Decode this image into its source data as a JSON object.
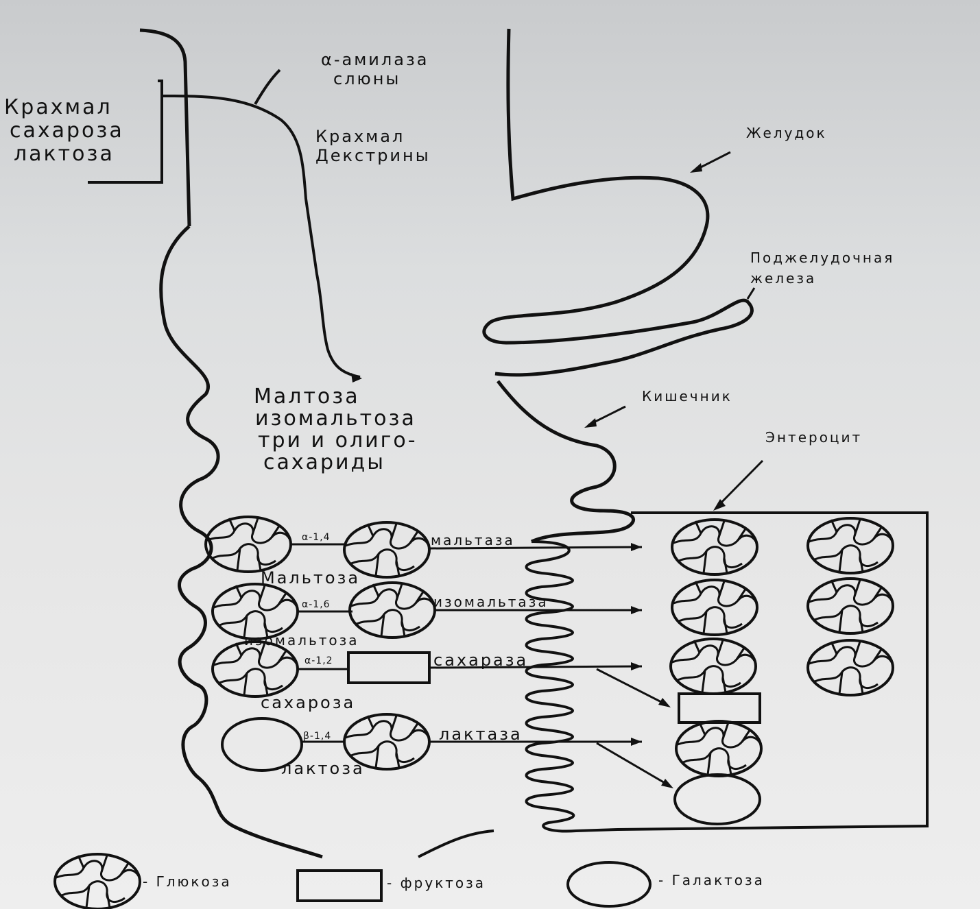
{
  "labels": {
    "food_line1": "Крахмал",
    "food_line2": "сахароза",
    "food_line3": "лактоза",
    "saliva_amylase_line1": "α-амилаза",
    "saliva_amylase_line2": "слюны",
    "starch_dextrins_line1": "Крахмал",
    "starch_dextrins_line2": "Декстрины",
    "stomach": "Желудок",
    "pancreas_line1": "Поджелудочная",
    "pancreas_line2": "железа",
    "products_line1": "Малтоза",
    "products_line2": "изомальтоза",
    "products_line3": "три и олиго-",
    "products_line4": "сахариды",
    "intestine": "Кишечник",
    "enterocyte": "Энтероцит"
  },
  "reactions": [
    {
      "bond": "α-1,4",
      "enzyme": "мальтаза",
      "substrate": "Мальтоза"
    },
    {
      "bond": "α-1,6",
      "enzyme": "изомальтаза",
      "substrate": "изомальтоза"
    },
    {
      "bond": "α-1,2",
      "enzyme": "сахараза",
      "substrate": "сахароза"
    },
    {
      "bond": "β-1,4",
      "enzyme": "лактаза",
      "substrate": "лактоза"
    }
  ],
  "legend": {
    "glucose": "- Глюкоза",
    "fructose": "- фруктоза",
    "galactose": "- Галактоза"
  }
}
